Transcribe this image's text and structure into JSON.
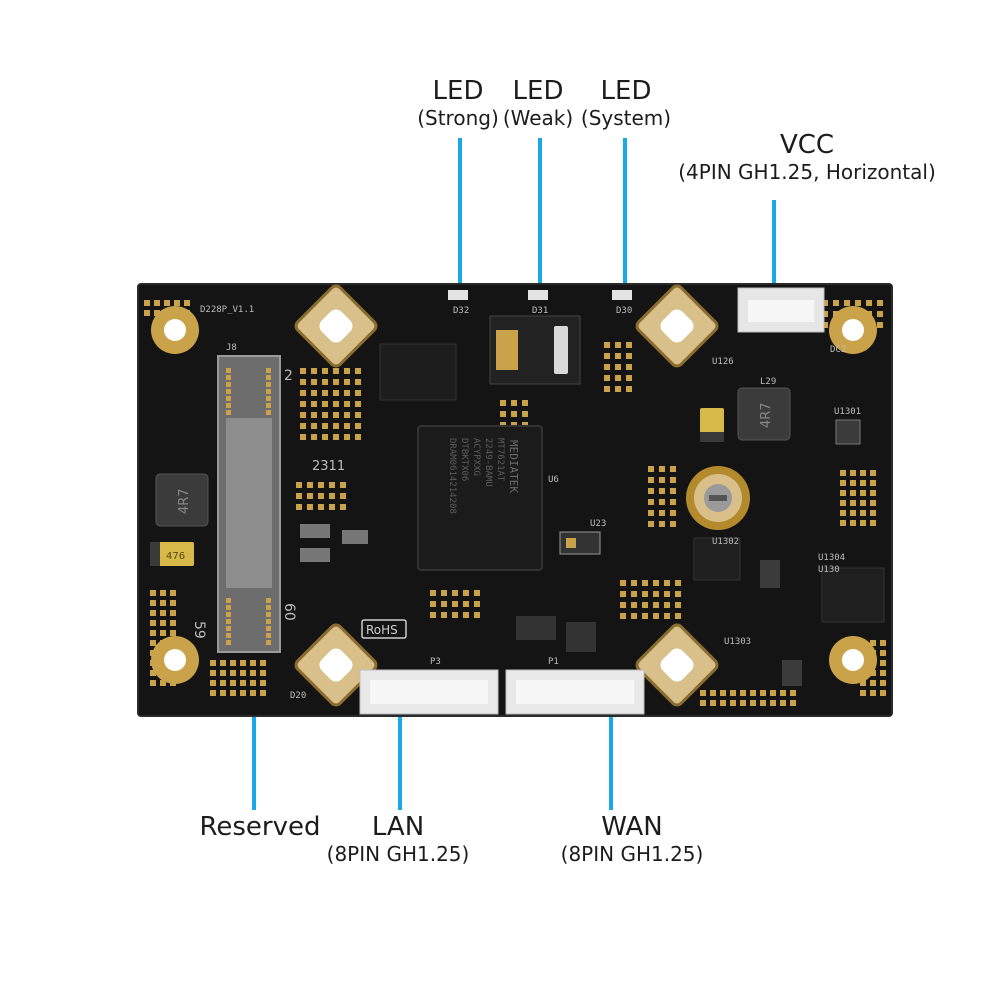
{
  "colors": {
    "leader": "#1aa8e8",
    "board": "#141414",
    "pad": "#c9a24a"
  },
  "labels": {
    "led_strong": {
      "title": "LED",
      "sub": "(Strong)"
    },
    "led_weak": {
      "title": "LED",
      "sub": "(Weak)"
    },
    "led_system": {
      "title": "LED",
      "sub": "(System)"
    },
    "vcc": {
      "title": "VCC",
      "sub": "(4PIN GH1.25, Horizontal)"
    },
    "reserved": {
      "title": "Reserved"
    },
    "lan": {
      "title": "LAN",
      "sub": "(8PIN GH1.25)"
    },
    "wan": {
      "title": "WAN",
      "sub": "(8PIN GH1.25)"
    }
  },
  "board": {
    "model": "D228P_V1.1",
    "chip_brand": "MEDIATEK",
    "chip_lines": [
      "MT7621AT",
      "2249-BAMU",
      "ACYPXXG",
      "DTBKTX06",
      "DRAM0614214208"
    ],
    "rohs": "RoHS",
    "inductor_mark": "4R7",
    "cap_mark": "476",
    "code_mark": "2311",
    "ref_designators": {
      "d32": "D32",
      "d31": "D31",
      "d30": "D30",
      "j8": "J8",
      "u6": "U6",
      "u23": "U23",
      "l29": "L29",
      "dc2": "DC2",
      "p3": "P3",
      "p1": "P1",
      "d20": "D20",
      "u1302": "U1302",
      "u1304": "U1304",
      "u1303": "U1303",
      "u1301": "U1301",
      "u130": "U130",
      "u126": "U126",
      "pin2": "2",
      "pin59": "59",
      "pin60": "60"
    }
  }
}
